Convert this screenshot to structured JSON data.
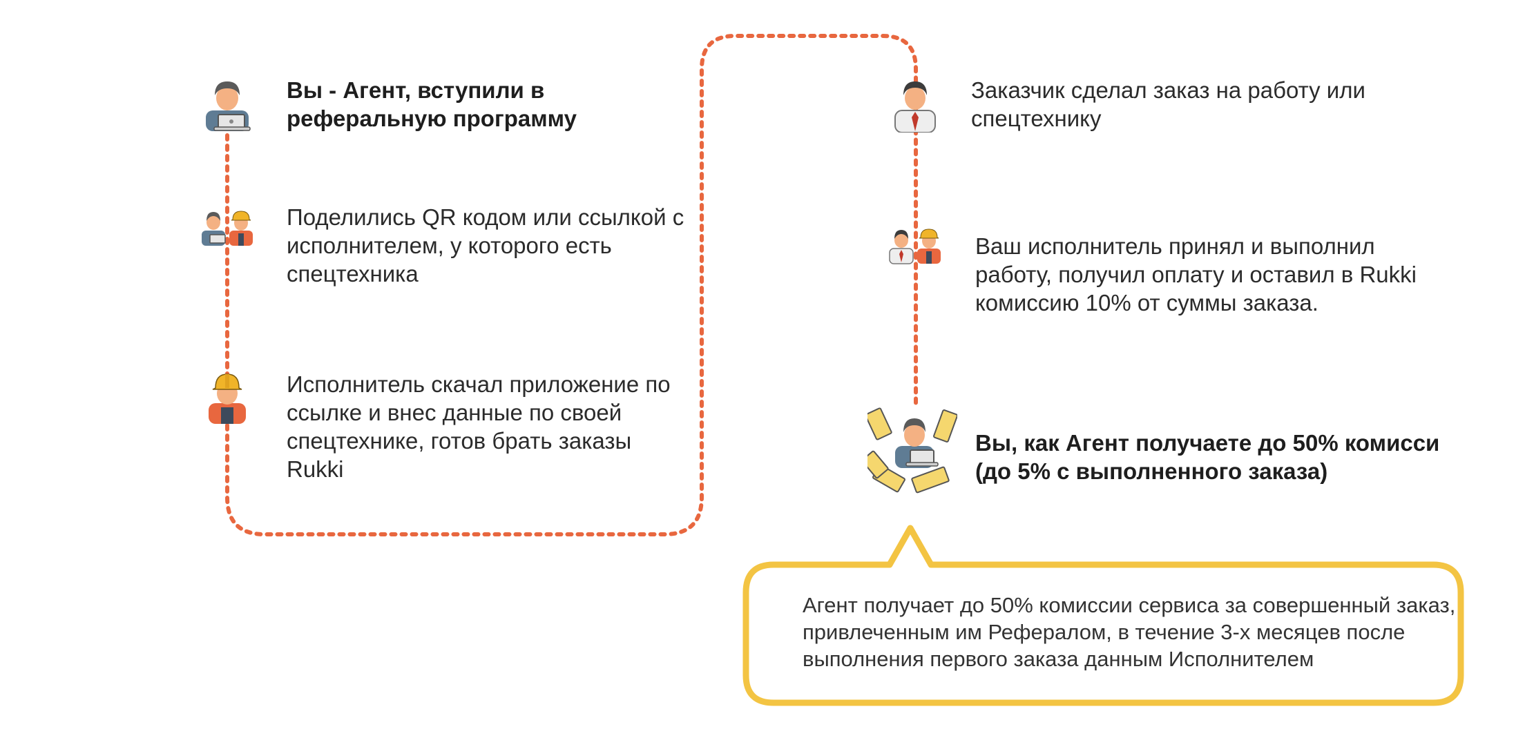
{
  "steps": {
    "agent_joined": "Вы - Агент, вступили в реферальную программу",
    "shared_qr": "Поделились QR кодом или ссылкой с исполнителем, у которого есть спецтехника",
    "executor_installed": "Исполнитель скачал приложение по ссылке и внес данные по своей спецтехнике, готов брать заказы Rukki",
    "customer_ordered": "Заказчик сделал заказ на работу или спецтехнику",
    "executor_completed": "Ваш исполнитель принял и выполнил работу, получил оплату и оставил в Rukki комиссию 10% от суммы заказа.",
    "agent_earns": "Вы, как Агент получаете до 50% комисси (до 5% с выполненного заказа)"
  },
  "callout": {
    "text": "Агент получает до 50% комиссии сервиса за совершенный заказ, привлеченным им Рефералом, в течение 3-х месяцев после выполнения первого заказа данным Исполнителем"
  },
  "colors": {
    "path": "#e8673f",
    "callout_border": "#f3c443",
    "skin": "#f4b183",
    "hair": "#5a5a5a",
    "helmet": "#f0b429",
    "uniform": "#e8673f",
    "money": "#f5d76e"
  },
  "icons": {
    "agent": "agent-laptop-icon",
    "pair": "agent-and-worker-icon",
    "worker": "worker-helmet-icon",
    "customer": "customer-tie-icon",
    "pair2": "customer-and-worker-icon",
    "money": "agent-money-icon"
  }
}
